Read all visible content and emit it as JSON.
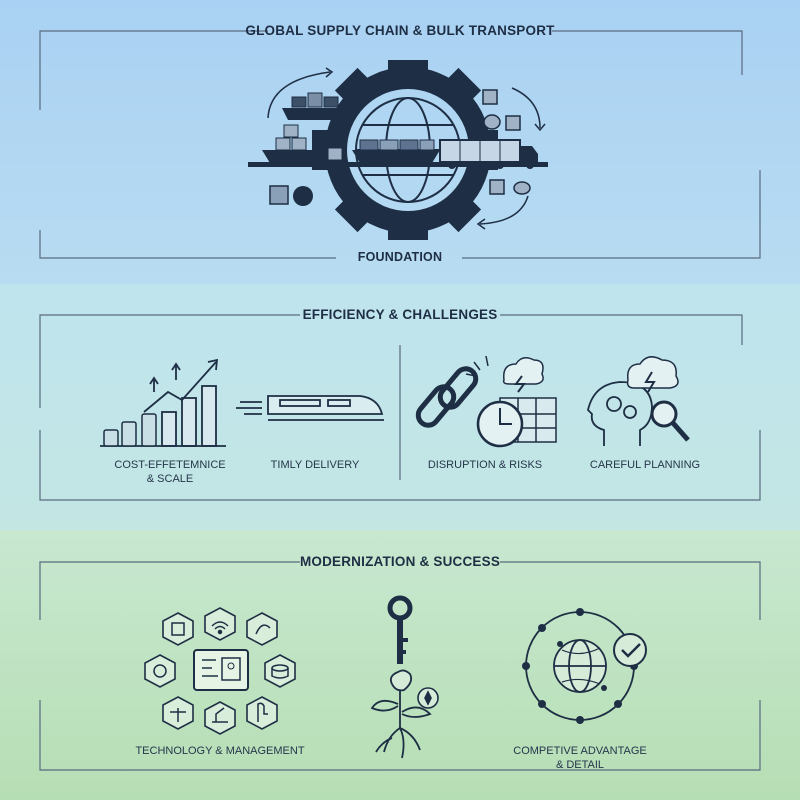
{
  "sections": {
    "foundation": {
      "heading": "GLOBAL SUPPLY CHAIN & BULK TRANSPORT",
      "footer": "FOUNDATION"
    },
    "efficiency": {
      "heading": "EFFICIENCY & CHALLENGES",
      "items": [
        {
          "label": "COST-EFFETEMNICE\n& SCALE"
        },
        {
          "label": "TIMLY DELIVERY"
        },
        {
          "label": "DISRUPTION & RISKS"
        },
        {
          "label": "CAREFUL PLANNING"
        }
      ]
    },
    "modernization": {
      "heading": "MODERNIZATION & SUCCESS",
      "items": [
        {
          "label": "TECHNOLOGY & MANAGEMENT"
        },
        {
          "label": "COMPETIVE ADVANTAGE\n& DETAIL"
        }
      ]
    }
  },
  "colors": {
    "ink": "#1e2e44",
    "band1": "#a9d1f3",
    "band2": "#bfe4ee",
    "band3": "#b6deb4"
  },
  "icons": [
    "gear-icon",
    "globe-icon",
    "container-ship-icon",
    "truck-icon",
    "cube-icon",
    "bar-chart-icon",
    "coin-stack-icon",
    "train-icon",
    "chain-link-icon",
    "clock-icon",
    "map-icon",
    "storm-cloud-icon",
    "head-gears-icon",
    "magnifier-icon",
    "chip-icon",
    "wifi-icon",
    "satellite-icon",
    "tablet-icon",
    "key-icon",
    "sprout-icon",
    "compass-icon",
    "network-globe-icon",
    "check-icon"
  ]
}
